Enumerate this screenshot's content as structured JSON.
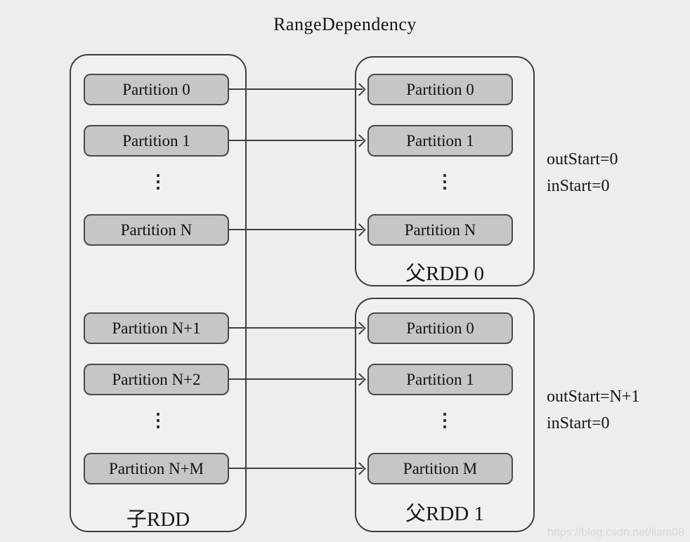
{
  "page": {
    "title": "RangeDependency",
    "watermark": "https://blog.csdn.net/liam08",
    "ellipsis": "⋮"
  },
  "colors": {
    "background": "#ededeb",
    "partition_fill": "#c6c6c6",
    "border": "#3c3c3c",
    "watermark_text": "#d7d7d5"
  },
  "child_rdd": {
    "label": "子RDD",
    "partitions_top": [
      "Partition 0",
      "Partition 1",
      "Partition N"
    ],
    "partitions_bottom": [
      "Partition N+1",
      "Partition N+2",
      "Partition N+M"
    ]
  },
  "parent_rdd_0": {
    "label": "父RDD 0",
    "partitions": [
      "Partition 0",
      "Partition 1",
      "Partition N"
    ]
  },
  "parent_rdd_1": {
    "label": "父RDD 1",
    "partitions": [
      "Partition 0",
      "Partition 1",
      "Partition M"
    ]
  },
  "annotations": [
    {
      "line1": "outStart=0",
      "line2": "inStart=0"
    },
    {
      "line1": "outStart=N+1",
      "line2": "inStart=0"
    }
  ]
}
